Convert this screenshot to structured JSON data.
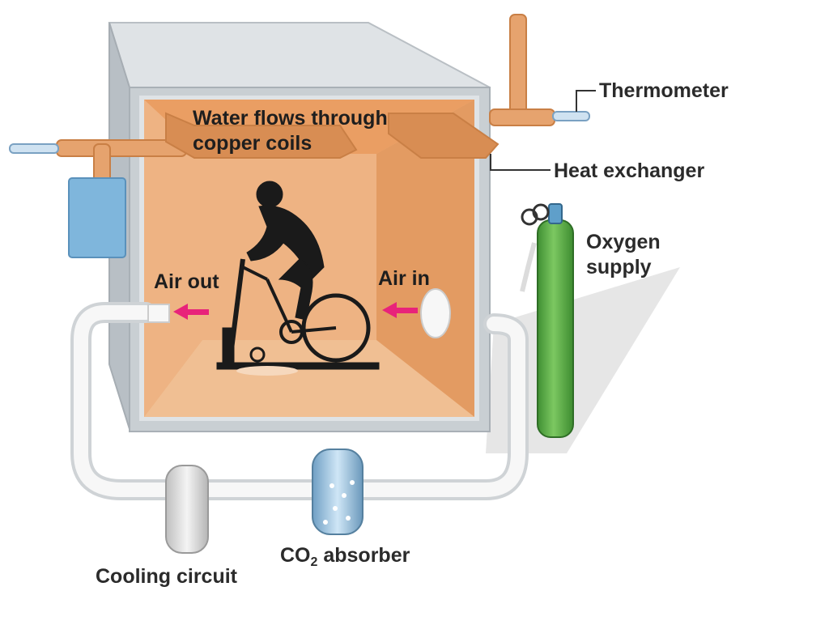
{
  "labels": {
    "water_line1": "Water flows through",
    "water_line2": "copper coils",
    "thermometer": "Thermometer",
    "heat_exchanger": "Heat exchanger",
    "oxygen_line1": "Oxygen",
    "oxygen_line2": "supply",
    "air_out": "Air out",
    "air_in": "Air in",
    "co2_prefix": "CO",
    "co2_sub": "2",
    "co2_suffix": " absorber",
    "cooling_circuit": "Cooling circuit"
  },
  "colors": {
    "chamber_outer": "#c9cfd3",
    "chamber_top": "#dfe3e6",
    "chamber_inner": "#e7a66f",
    "chamber_floor": "#eab487",
    "copper": "#e6a36e",
    "tubing": "#f2f2f2",
    "oxygen_tank": "#5fb34a",
    "arrow": "#e8237a",
    "water_box": "#7fb6dc",
    "silhouette": "#1a1a1a"
  }
}
